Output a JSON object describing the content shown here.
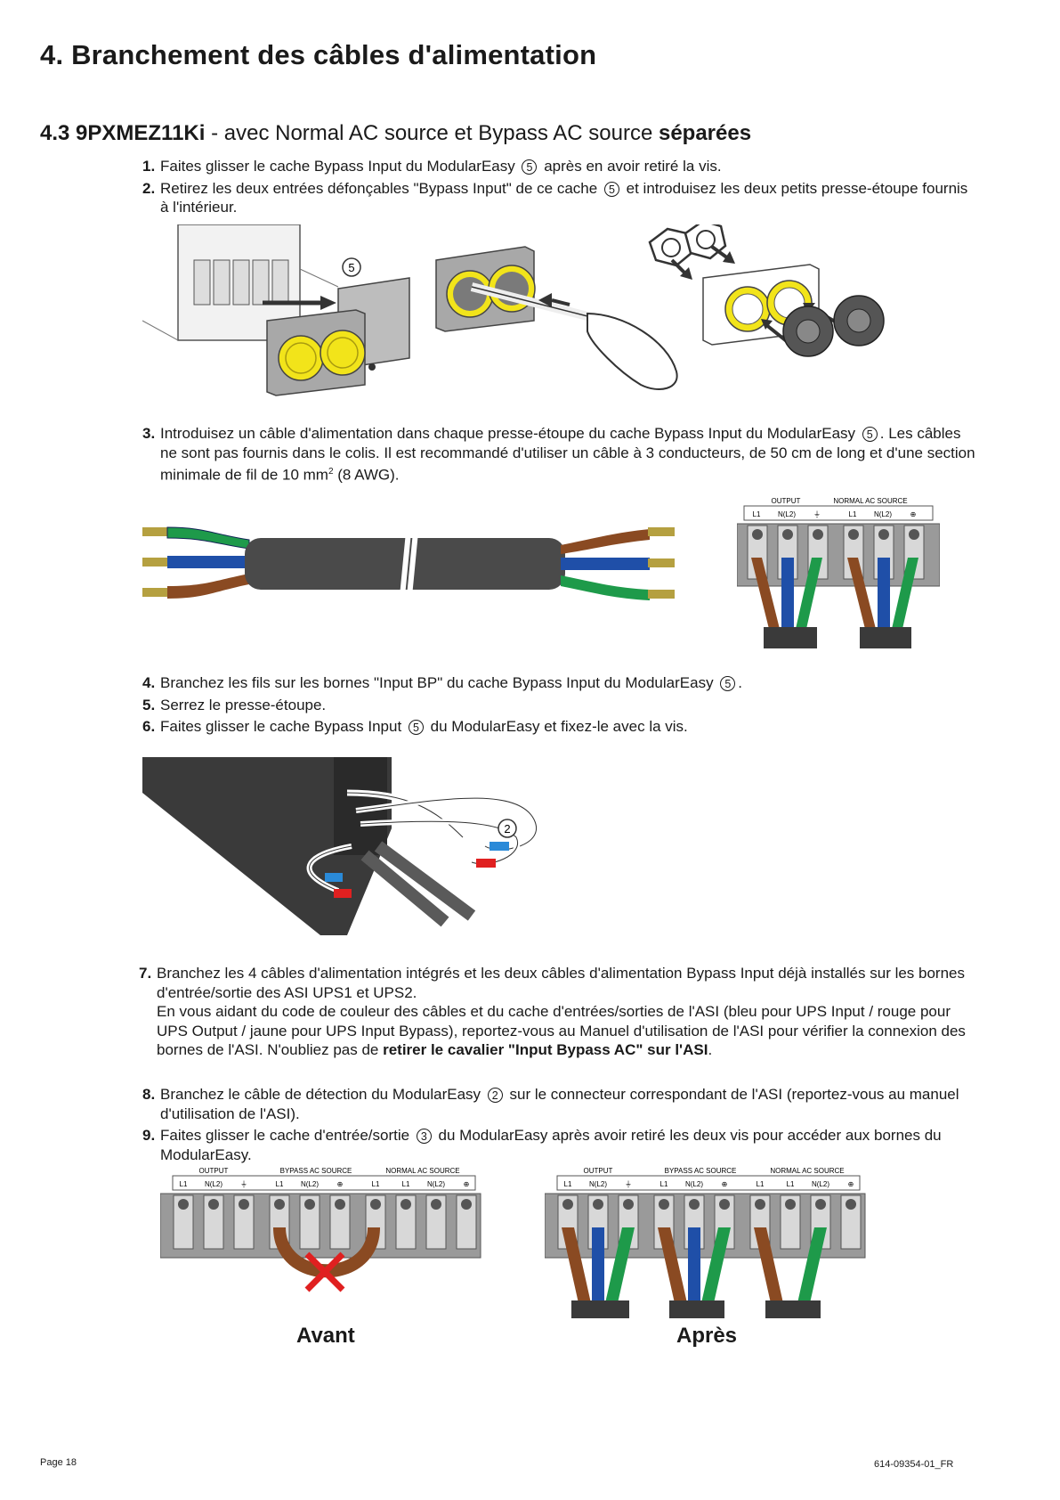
{
  "chapter_title": "4. Branchement des câbles d'alimentation",
  "section": {
    "model": "4.3 9PXMEZ11Ki",
    "title_mid": " - avec Normal AC source et Bypass AC source ",
    "title_bold": "séparées"
  },
  "steps_group1": [
    {
      "num": "1.",
      "a": "Faites glisser le cache Bypass Input du ModularEasy ",
      "ref": "5",
      "b": " après en avoir retiré la vis."
    },
    {
      "num": "2.",
      "a": "Retirez les deux entrées défonçables \"Bypass Input\" de ce cache ",
      "ref": "5",
      "b": " et introduisez les deux petits presse-étoupe fournis à l'intérieur."
    }
  ],
  "figure1": {
    "callout": "5"
  },
  "step3": {
    "num": "3.",
    "a": "Introduisez un câble d'alimentation dans chaque presse-étoupe du cache Bypass Input du ModularEasy ",
    "ref": "5",
    "b": ". Les câbles ne sont pas fournis dans le colis. Il est recommandé d'utiliser un câble à 3 conducteurs, de 50 cm de long et d'une section minimale de fil de 10 mm",
    "sup": "2",
    "c": " (8 AWG)."
  },
  "terminal_small": {
    "group_output": "OUTPUT",
    "group_normal": "NORMAL AC SOURCE",
    "labels": [
      "L1",
      "N(L2)",
      "⏚",
      "L1",
      "N(L2)",
      "⊕"
    ]
  },
  "steps_group2": [
    {
      "num": "4.",
      "a": "Branchez les fils sur les bornes \"Input BP\" du cache Bypass Input du ModularEasy ",
      "ref": "5",
      "b": "."
    },
    {
      "num": "5.",
      "a": "Serrez le presse-étoupe.",
      "ref": "",
      "b": ""
    },
    {
      "num": "6.",
      "a": "Faites glisser le cache Bypass Input ",
      "ref": "5",
      "b": " du ModularEasy et fixez-le avec la vis."
    }
  ],
  "figure3": {
    "callout": "2"
  },
  "step7": {
    "num": "7.",
    "line1": "Branchez les 4 câbles d'alimentation intégrés et les deux câbles d'alimentation Bypass Input déjà installés sur les bornes d'entrée/sortie des ASI UPS1 et UPS2.",
    "line2": "En vous aidant du code de couleur des câbles et du cache d'entrées/sorties de l'ASI (bleu pour UPS Input / rouge pour UPS Output / jaune pour UPS Input Bypass), reportez-vous au Manuel d'utilisation de l'ASI pour vérifier la connexion des bornes de l'ASI. N'oubliez pas de ",
    "bold": "retirer le cavalier \"Input Bypass AC\" sur l'ASI",
    "end": "."
  },
  "steps_group3": [
    {
      "num": "8.",
      "a": "Branchez le câble de détection du ModularEasy ",
      "ref": "2",
      "b": " sur le connecteur correspondant de l'ASI (reportez-vous au manuel d'utilisation de l'ASI)."
    },
    {
      "num": "9.",
      "a": "Faites glisser le cache d'entrée/sortie ",
      "ref": "3",
      "b": " du ModularEasy après avoir retiré les deux vis pour accéder aux bornes du ModularEasy."
    }
  ],
  "terminal_large": {
    "group_output": "OUTPUT",
    "group_bypass": "BYPASS AC SOURCE",
    "group_normal": "NORMAL AC SOURCE",
    "labels": [
      "L1",
      "N(L2)",
      "⏚",
      "L1",
      "N(L2)",
      "⊕",
      "L1",
      "L1",
      "N(L2)",
      "⊕"
    ]
  },
  "caption_before": "Avant",
  "caption_after": "Après",
  "footer": {
    "page": "Page 18",
    "doc": "614-09354-01_FR"
  },
  "colors": {
    "brown": "#8a4a22",
    "blue": "#1f4fa8",
    "green": "#1e9a4a",
    "yellow": "#f2e41a",
    "red": "#e02020",
    "grey": "#9a9a9a"
  }
}
